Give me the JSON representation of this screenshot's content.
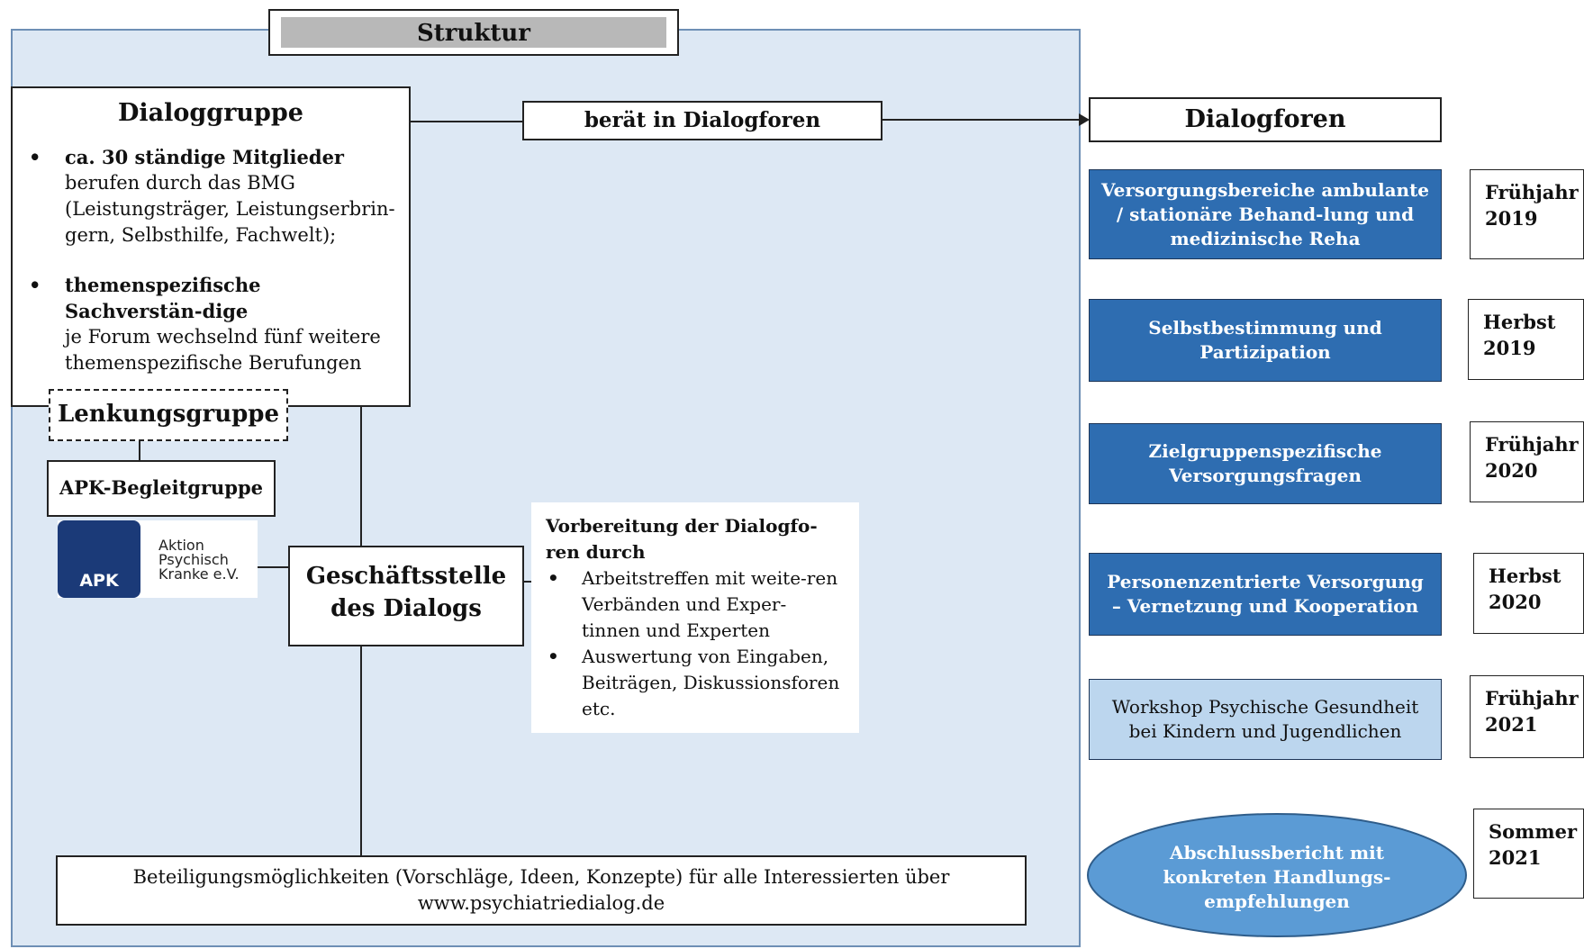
{
  "title": "Struktur",
  "dialoggruppe": {
    "title": "Dialoggruppe",
    "bullet": "•",
    "items": [
      {
        "head": "ca. 30 ständige Mitglieder",
        "text": "berufen durch das BMG (Leistungsträger, Leistungserbrin-gern, Selbsthilfe, Fachwelt);"
      },
      {
        "head": "themenspezifische Sachverstän-dige",
        "text": "je Forum wechselnd fünf weitere themenspezifische Berufungen"
      }
    ]
  },
  "lenkungsgruppe": "Lenkungsgruppe",
  "apk_begleitgruppe": "APK-Begleitgruppe",
  "apk_logo": {
    "letters": "APK",
    "line1": "Aktion",
    "line2": "Psychisch",
    "line3": "Kranke e.V.",
    "color": "#1b3a78"
  },
  "geschaeftsstelle": {
    "line1": "Geschäftsstelle",
    "line2": "des Dialogs"
  },
  "vorbereitung": {
    "head_line1": "Vorbereitung der Dialogfo-",
    "head_line2": "ren durch",
    "bullet": "•",
    "items": [
      "Arbeitstreffen mit weite-ren Verbänden und Exper-tinnen und Experten",
      "Auswertung von Eingaben, Beiträgen, Diskussionsforen etc."
    ]
  },
  "beteiligung": {
    "line1": "Beteiligungsmöglichkeiten (Vorschläge, Ideen, Konzepte) für alle Interessierten über",
    "line2": "www.psychiatriedialog.de"
  },
  "beraet": "berät in Dialogforen",
  "dialogforen": "Dialogforen",
  "forums": [
    {
      "label": "Versorgungsbereiche ambulante / stationäre Behand-lung und medizinische Reha",
      "date_season": "Frühjahr",
      "date_year": "2019",
      "color": "#2e6db1"
    },
    {
      "label": "Selbstbestimmung und Partizipation",
      "date_season": "Herbst",
      "date_year": "2019",
      "color": "#2e6db1"
    },
    {
      "label": "Zielgruppenspezifische Versorgungsfragen",
      "date_season": "Frühjahr",
      "date_year": "2020",
      "color": "#2e6db1"
    },
    {
      "label": "Personenzentrierte Versorgung – Vernetzung und Kooperation",
      "date_season": "Herbst",
      "date_year": "2020",
      "color": "#2e6db1"
    },
    {
      "label": "Workshop Psychische Gesundheit bei Kindern und Jugendlichen",
      "date_season": "Frühjahr",
      "date_year": "2021",
      "color": "#bcd6ee"
    }
  ],
  "abschluss": {
    "line1": "Abschlussbericht mit",
    "line2": "konkreten Handlungs-",
    "line3": "empfehlungen",
    "date_season": "Sommer",
    "date_year": "2021",
    "color": "#5b9bd5"
  }
}
